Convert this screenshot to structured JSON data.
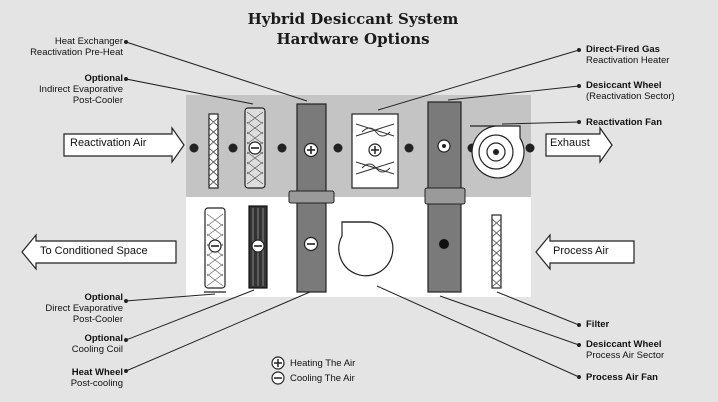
{
  "title": {
    "line1": "Hybrid Desiccant System",
    "line2": "Hardware Options"
  },
  "airflows": {
    "reactivation_air": "Reactivation Air",
    "exhaust": "Exhaust",
    "to_conditioned_space": "To Conditioned Space",
    "process_air": "Process Air"
  },
  "left_labels": {
    "heat_exchanger": [
      "Heat Exchanger",
      "Reactivation Pre-Heat"
    ],
    "indirect_evap": [
      "Optional",
      "Indirect Evaporative",
      "Post-Cooler"
    ],
    "direct_evap": [
      "Optional",
      "Direct Evaporative",
      "Post-Cooler"
    ],
    "cooling_coil": [
      "Optional",
      "Cooling Coil"
    ],
    "heat_wheel": [
      "Heat Wheel",
      "Post-cooling"
    ]
  },
  "right_labels": {
    "gas_heater": [
      "Direct-Fired Gas",
      "Reactivation Heater"
    ],
    "wheel_reactivation": [
      "Desiccant Wheel",
      "(Reactivation Sector)"
    ],
    "reactivation_fan": [
      "Reactivation Fan"
    ],
    "filter": [
      "Filter"
    ],
    "wheel_process": [
      "Desiccant Wheel",
      "Process Air Sector"
    ],
    "process_fan": [
      "Process Air Fan"
    ]
  },
  "legend": {
    "heating": "Heating The Air",
    "cooling": "Cooling The Air"
  },
  "colors": {
    "background": "#e4e4e4",
    "upper_band": "#c4c4c4",
    "lower_band": "#ffffff",
    "wheel": "#7a7a7a",
    "line": "#222222"
  }
}
